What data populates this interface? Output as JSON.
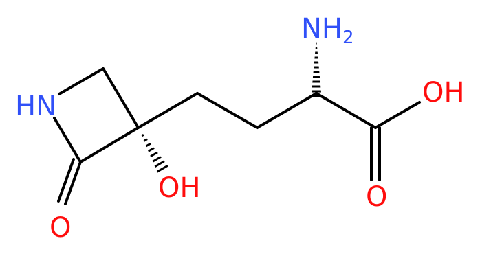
{
  "colors": {
    "bond": "#000000",
    "nitrogen": "#3050f8",
    "oxygen": "#ff0d0d",
    "background": "#ffffff"
  },
  "atoms": {
    "nh2": {
      "symbol": "NH",
      "subscript": "2",
      "element": "N"
    },
    "acid_oh": {
      "symbol": "OH",
      "element": "O"
    },
    "acid_carbonyl_o": {
      "symbol": "O",
      "element": "O"
    },
    "ring_nh": {
      "symbol": "HN",
      "element": "N"
    },
    "tertiary_oh": {
      "symbol": "OH",
      "element": "O"
    },
    "lactam_o": {
      "symbol": "O",
      "element": "O"
    }
  }
}
